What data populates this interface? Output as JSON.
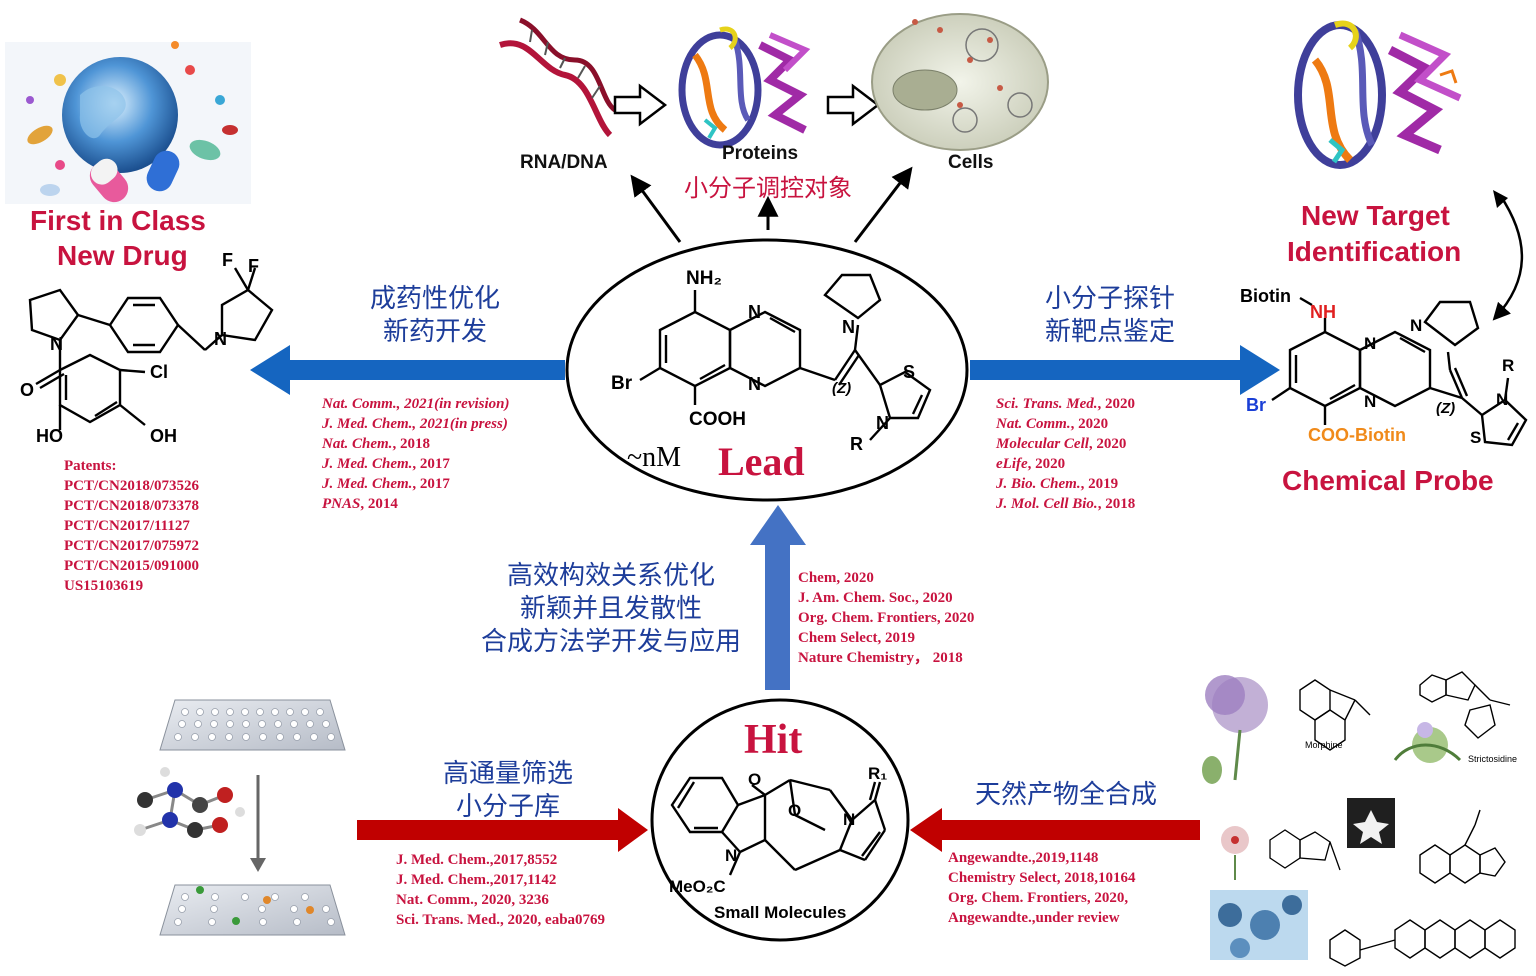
{
  "top": {
    "rna_label": "RNA/DNA",
    "proteins_label": "Proteins",
    "cells_label": "Cells",
    "targets_cn": "小分子调控对象"
  },
  "left": {
    "title_line1": "First in Class",
    "title_line2": "New Drug",
    "cn_line1": "成药性优化",
    "cn_line2": "新药开发",
    "refs": [
      {
        "journal": "Nat. Comm.",
        "rest": ", 2021(in revision)",
        "italic_rest": true
      },
      {
        "journal": "J. Med. Chem.",
        "rest": ", 2021(in press)",
        "italic_rest": true
      },
      {
        "journal": "Nat. Chem.",
        "rest": ", 2018",
        "italic_rest": false
      },
      {
        "journal": "J. Med. Chem.",
        "rest": ", 2017",
        "italic_rest": false
      },
      {
        "journal": "J. Med. Chem.",
        "rest": ", 2017",
        "italic_rest": false
      },
      {
        "journal": "PNAS",
        "rest": ", 2014",
        "italic_rest": false
      }
    ],
    "patents_title": "Patents:",
    "patents": [
      "PCT/CN2018/073526",
      "PCT/CN2018/073378",
      "PCT/CN2017/11127",
      "PCT/CN2017/075972",
      "PCT/CN2015/091000",
      "US15103619"
    ]
  },
  "right": {
    "title_line1": "New Target",
    "title_line2": "Identification",
    "cn_line1": "小分子探针",
    "cn_line2": "新靶点鉴定",
    "refs": [
      {
        "journal": "Sci. Trans. Med.",
        "rest": ", 2020"
      },
      {
        "journal": "Nat. Comm.",
        "rest": ", 2020"
      },
      {
        "journal": "Molecular Cell",
        "rest": ", 2020"
      },
      {
        "journal": "eLife",
        "rest": ", 2020"
      },
      {
        "journal": "J. Bio. Chem.",
        "rest": ", 2019"
      },
      {
        "journal": "J. Mol. Cell Bio.",
        "rest": ", 2018"
      }
    ],
    "probe_label": "Chemical Probe",
    "biotin_label": "Biotin",
    "nh_label": "NH",
    "coo_biotin_label": "COO-Biotin",
    "br_label": "Br"
  },
  "lead": {
    "word": "Lead",
    "potency": "~nM",
    "nh2": "NH₂",
    "cooh": "COOH",
    "br": "Br"
  },
  "middle": {
    "cn_line1": "高效构效关系优化",
    "cn_line2": "新颖并且发散性",
    "cn_line3": "合成方法学开发与应用",
    "refs": [
      "Chem, 2020",
      "J. Am. Chem. Soc., 2020",
      "Org. Chem. Frontiers, 2020",
      "Chem Select, 2019",
      "Nature Chemistry， 2018"
    ]
  },
  "hit": {
    "word": "Hit",
    "small_molecules": "Small Molecules",
    "meo2c": "MeO₂C",
    "r1": "R₁"
  },
  "bottom_left": {
    "cn_line1": "高通量筛选",
    "cn_line2": "小分子库",
    "refs": [
      "J. Med. Chem.,2017,8552",
      "J. Med. Chem.,2017,1142",
      "Nat. Comm., 2020, 3236",
      "Sci. Trans. Med., 2020, eaba0769"
    ]
  },
  "bottom_right": {
    "cn_label": "天然产物全合成",
    "refs": [
      "Angewandte.,2019,1148",
      "Chemistry Select, 2018,10164",
      "Org. Chem. Frontiers, 2020,",
      "Angewandte.,under review"
    ],
    "morphine_label": "Morphine",
    "strictosidine_label": "Strictosidine"
  },
  "colors": {
    "accent_red": "#c8133f",
    "blue_arrow": "#1565c0",
    "dark_red_arrow": "#c00000",
    "cn_blue": "#1d3d9a"
  }
}
